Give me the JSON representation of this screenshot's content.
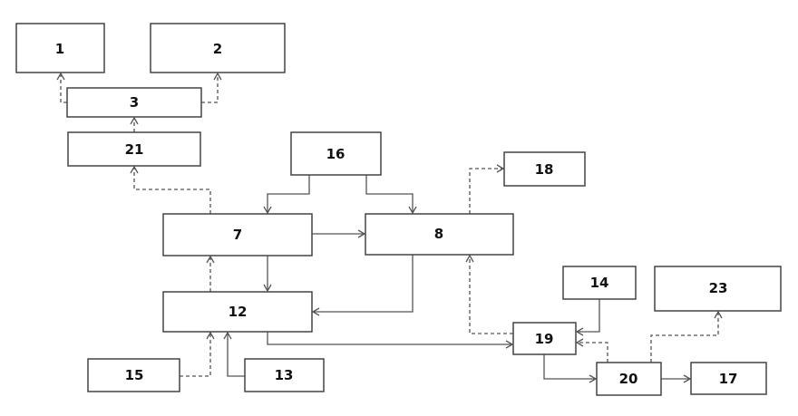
{
  "blocks": {
    "b1": "1",
    "b2": "2",
    "b3": "3",
    "b21": "21",
    "b16": "16",
    "b18": "18",
    "b7": "7",
    "b8": "8",
    "b12": "12",
    "b14": "14",
    "b23": "23",
    "b19": "19",
    "b20": "20",
    "b17": "17",
    "b15": "15",
    "b13": "13"
  },
  "colors": {
    "line": "#555555",
    "border": "#444444"
  }
}
